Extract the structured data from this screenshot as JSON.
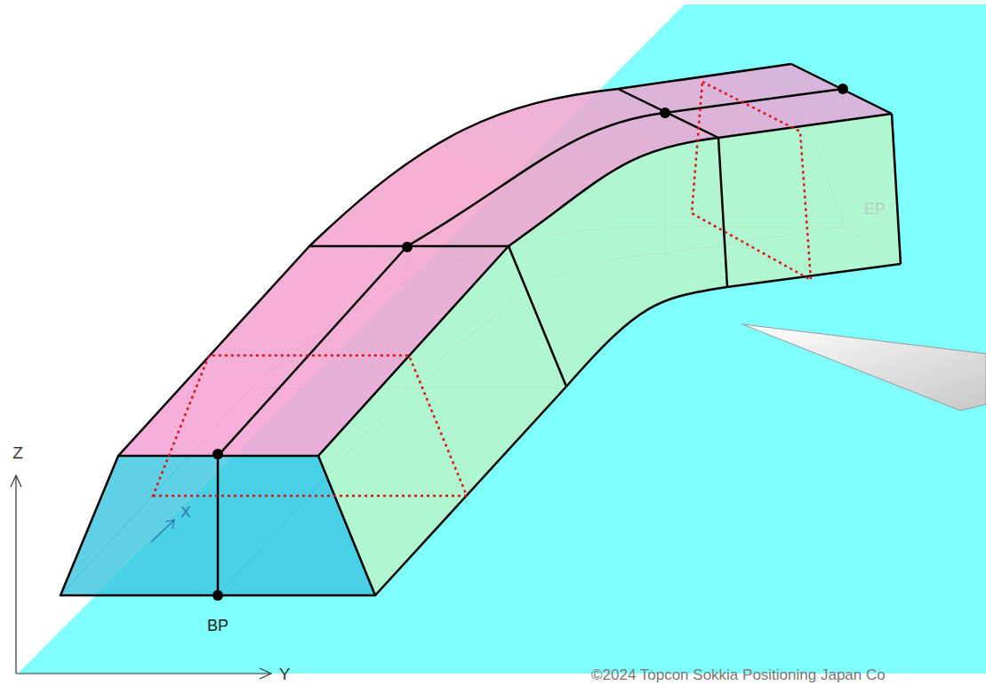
{
  "diagram": {
    "labels": [
      "Z",
      "X",
      "BP",
      "EP",
      "Y",
      "©2024 Topcon Sokkia Positioning Japan Co"
    ]
  }
}
